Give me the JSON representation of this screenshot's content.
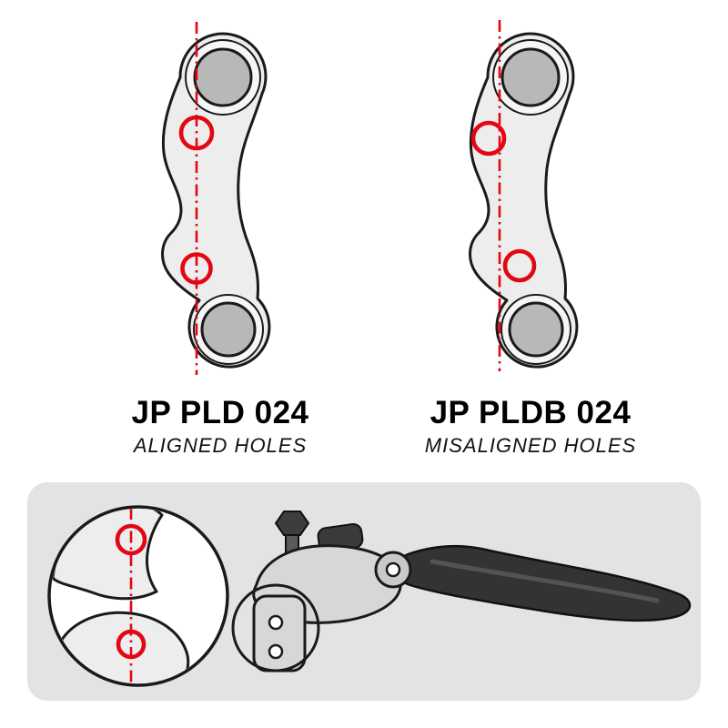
{
  "diagram": {
    "left_product": {
      "title": "JP PLD 024",
      "subtitle": "ALIGNED HOLES"
    },
    "right_product": {
      "title": "JP PLDB 024",
      "subtitle": "MISALIGNED HOLES"
    }
  },
  "colors": {
    "accent_red": "#e30613",
    "outline": "#1a1a1a",
    "plate_fill": "#ededed",
    "boss_fill": "#b8b8b8",
    "panel_background": "#e3e3e3",
    "lever_fill": "#333333"
  }
}
